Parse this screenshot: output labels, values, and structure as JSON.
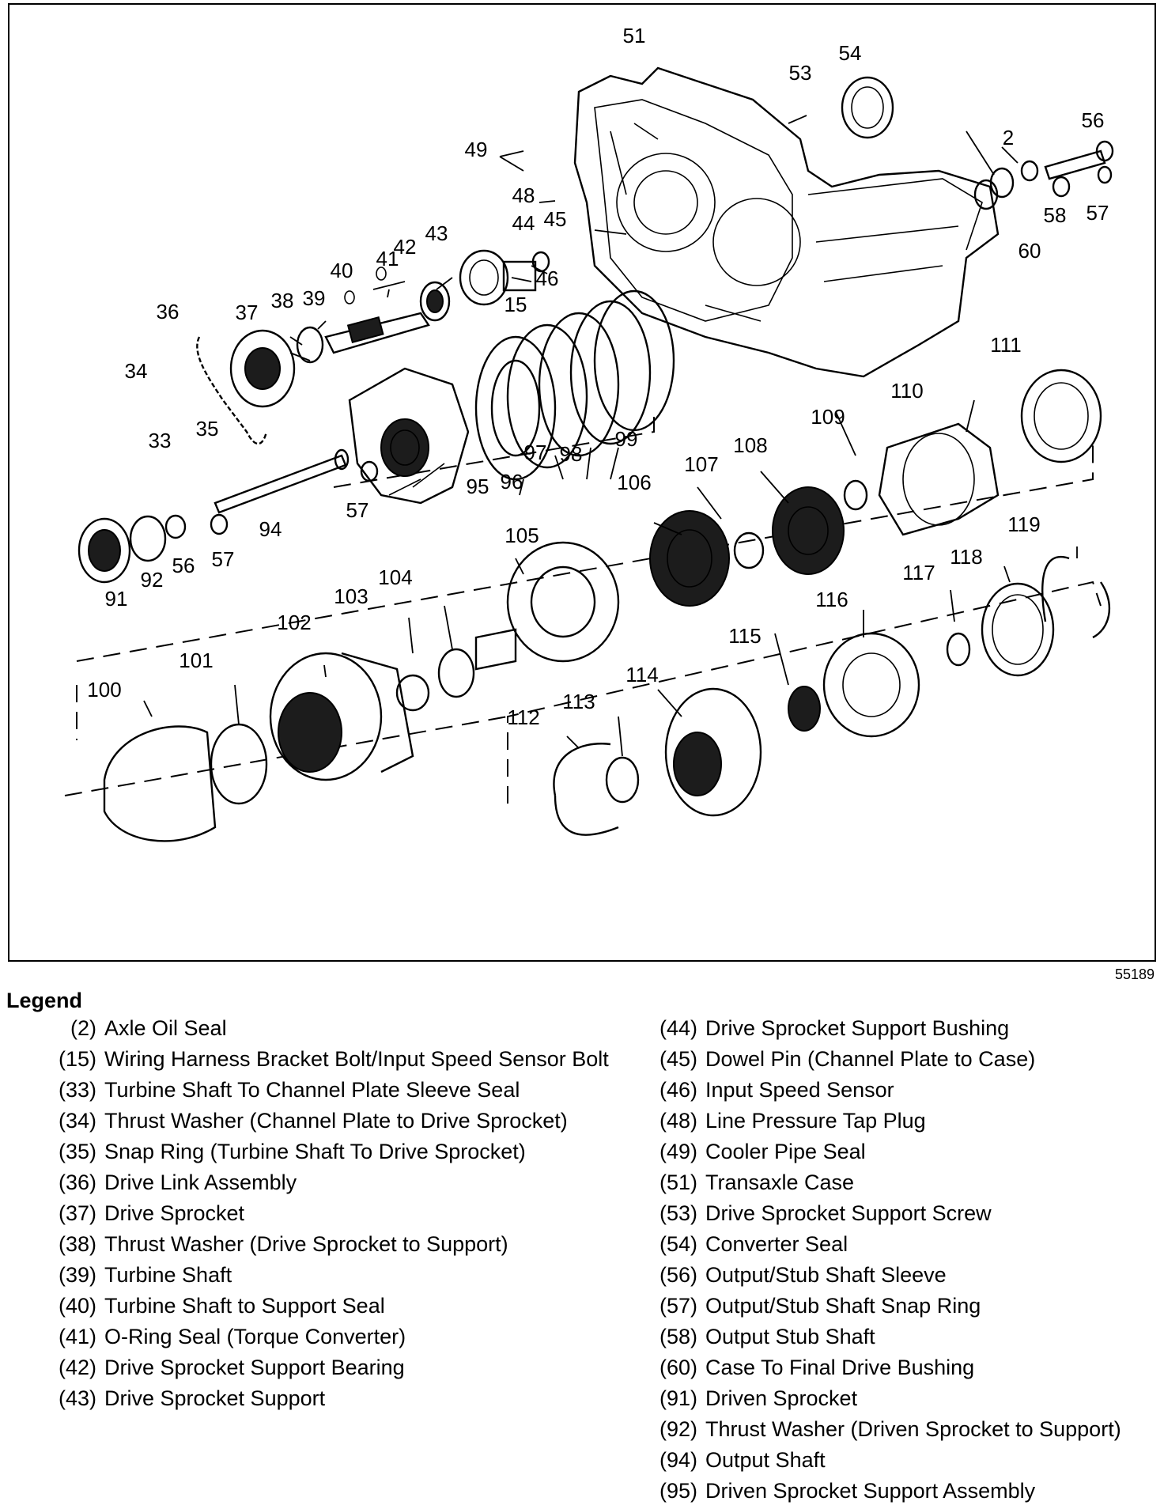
{
  "figure": {
    "id": "55189",
    "callouts": [
      "51",
      "53",
      "54",
      "56",
      "2",
      "49",
      "48",
      "45",
      "44",
      "43",
      "42",
      "41",
      "40",
      "39",
      "38",
      "37",
      "36",
      "34",
      "33",
      "35",
      "46",
      "15",
      "60",
      "58",
      "57",
      "111",
      "110",
      "109",
      "108",
      "107",
      "106",
      "105",
      "104",
      "103",
      "102",
      "101",
      "100",
      "99",
      "98",
      "97",
      "96",
      "95",
      "94",
      "92",
      "91",
      "56",
      "57",
      "57",
      "119",
      "118",
      "117",
      "116",
      "115",
      "114",
      "113",
      "112"
    ]
  },
  "legend": {
    "title": "Legend",
    "left": [
      {
        "num": "(2)",
        "text": "Axle Oil Seal"
      },
      {
        "num": "(15)",
        "text": "Wiring Harness Bracket Bolt/Input Speed Sensor Bolt"
      },
      {
        "num": "(33)",
        "text": "Turbine Shaft To Channel Plate Sleeve Seal"
      },
      {
        "num": "(34)",
        "text": "Thrust Washer (Channel Plate to Drive Sprocket)"
      },
      {
        "num": "(35)",
        "text": "Snap Ring (Turbine Shaft To Drive Sprocket)"
      },
      {
        "num": "(36)",
        "text": "Drive Link Assembly"
      },
      {
        "num": "(37)",
        "text": "Drive Sprocket"
      },
      {
        "num": "(38)",
        "text": "Thrust Washer (Drive Sprocket to Support)"
      },
      {
        "num": "(39)",
        "text": "Turbine Shaft"
      },
      {
        "num": "(40)",
        "text": "Turbine Shaft to Support Seal"
      },
      {
        "num": "(41)",
        "text": "O-Ring Seal (Torque Converter)"
      },
      {
        "num": "(42)",
        "text": "Drive Sprocket Support Bearing"
      },
      {
        "num": "(43)",
        "text": "Drive Sprocket Support"
      }
    ],
    "right": [
      {
        "num": "(44)",
        "text": "Drive Sprocket Support Bushing"
      },
      {
        "num": "(45)",
        "text": "Dowel Pin (Channel Plate to Case)"
      },
      {
        "num": "(46)",
        "text": "Input Speed Sensor"
      },
      {
        "num": "(48)",
        "text": "Line Pressure Tap Plug"
      },
      {
        "num": "(49)",
        "text": "Cooler Pipe Seal"
      },
      {
        "num": "(51)",
        "text": "Transaxle Case"
      },
      {
        "num": "(53)",
        "text": "Drive Sprocket Support Screw"
      },
      {
        "num": "(54)",
        "text": "Converter Seal"
      },
      {
        "num": "(56)",
        "text": "Output/Stub Shaft Sleeve"
      },
      {
        "num": "(57)",
        "text": "Output/Stub Shaft Snap Ring"
      },
      {
        "num": "(58)",
        "text": "Output Stub Shaft"
      },
      {
        "num": "(60)",
        "text": "Case To Final Drive Bushing"
      },
      {
        "num": "(91)",
        "text": "Driven Sprocket"
      },
      {
        "num": "(92)",
        "text": "Thrust Washer (Driven Sprocket to Support)"
      },
      {
        "num": "(94)",
        "text": "Output Shaft"
      },
      {
        "num": "(95)",
        "text": "Driven Sprocket Support Assembly"
      }
    ]
  }
}
